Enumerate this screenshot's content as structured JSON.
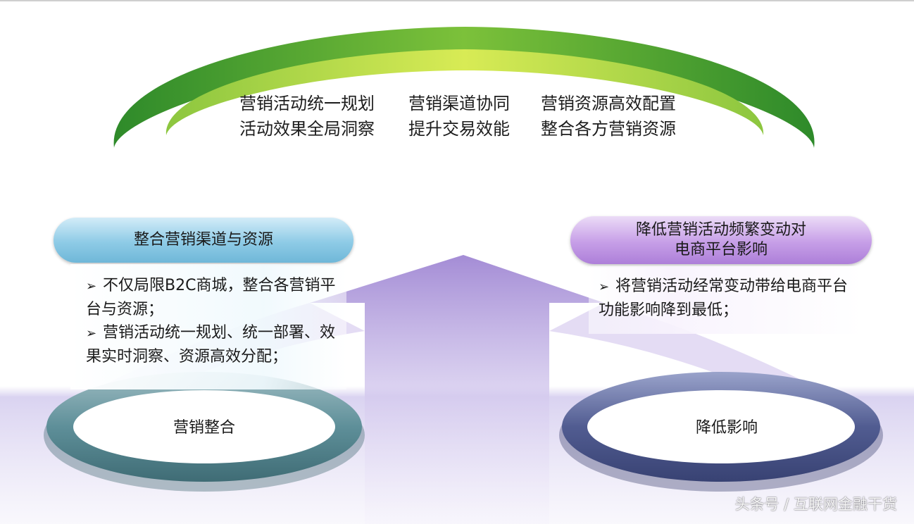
{
  "arc": {
    "col1": {
      "line1": "营销活动统一规划",
      "line2": "活动效果全局洞察"
    },
    "col2": {
      "line1": "营销渠道协同",
      "line2": "提升交易效能"
    },
    "col3": {
      "line1": "营销资源高效配置",
      "line2": "整合各方营销资源"
    }
  },
  "left": {
    "heading": "整合营销渠道与资源",
    "bullets": [
      "不仅局限B2C商城，整合各营销平台与资源；",
      "营销活动统一规划、统一部署、效果实时洞察、资源高效分配；"
    ],
    "ring_label": "营销整合"
  },
  "right": {
    "heading": "降低营销活动频繁变动对电商平台影响",
    "bullets": [
      "将营销活动经常变动带给电商平台功能影响降到最低；"
    ],
    "ring_label": "降低影响"
  },
  "bullet_glyph": "➢",
  "watermark": "头条号 / 互联网金融干货",
  "colors": {
    "arc_outer": "#6ab42e",
    "arc_inner": "#b9dc3f",
    "left_pill": "#8ecbe6",
    "right_pill": "#c69ee7",
    "left_ring": "#5e8f99",
    "right_ring": "#515c91",
    "arrow": "#a88fd6"
  }
}
